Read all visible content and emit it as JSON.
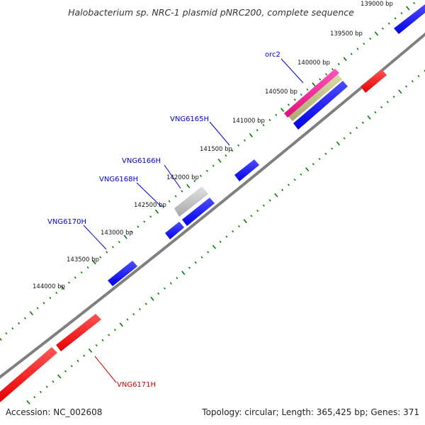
{
  "title": "Halobacterium sp. NRC-1 plasmid pNRC200, complete sequence",
  "footer": {
    "accession": "Accession: NC_002608",
    "summary": "Topology: circular; Length: 365,425 bp; Genes: 371"
  },
  "map_data": {
    "position_labels": [
      "139000 bp",
      "139500 bp",
      "140000 bp",
      "140500 bp",
      "141000 bp",
      "141500 bp",
      "142000 bp",
      "142500 bp",
      "143000 bp",
      "143500 bp",
      "144000 bp"
    ],
    "genes": [
      {
        "name": "orc2",
        "strand": "forward",
        "color": "#0000cc"
      },
      {
        "name": "VNG6165H",
        "strand": "forward",
        "color": "#0000cc"
      },
      {
        "name": "VNG6166H",
        "strand": "forward",
        "color": "#0000cc"
      },
      {
        "name": "VNG6168H",
        "strand": "forward",
        "color": "#0000cc"
      },
      {
        "name": "VNG6170H",
        "strand": "forward",
        "color": "#0000cc"
      },
      {
        "name": "VNG6171H",
        "strand": "reverse",
        "color": "#cc0000"
      }
    ],
    "colors": {
      "forward_feature": "#0000ff",
      "reverse_feature": "#ff0000",
      "backbone": "#808080",
      "ticks": "#008000",
      "orc2_highlight": "#ee1188",
      "orc2_secondary": "#b8b87a",
      "pseudo_feature": "#c0c0c0"
    }
  }
}
